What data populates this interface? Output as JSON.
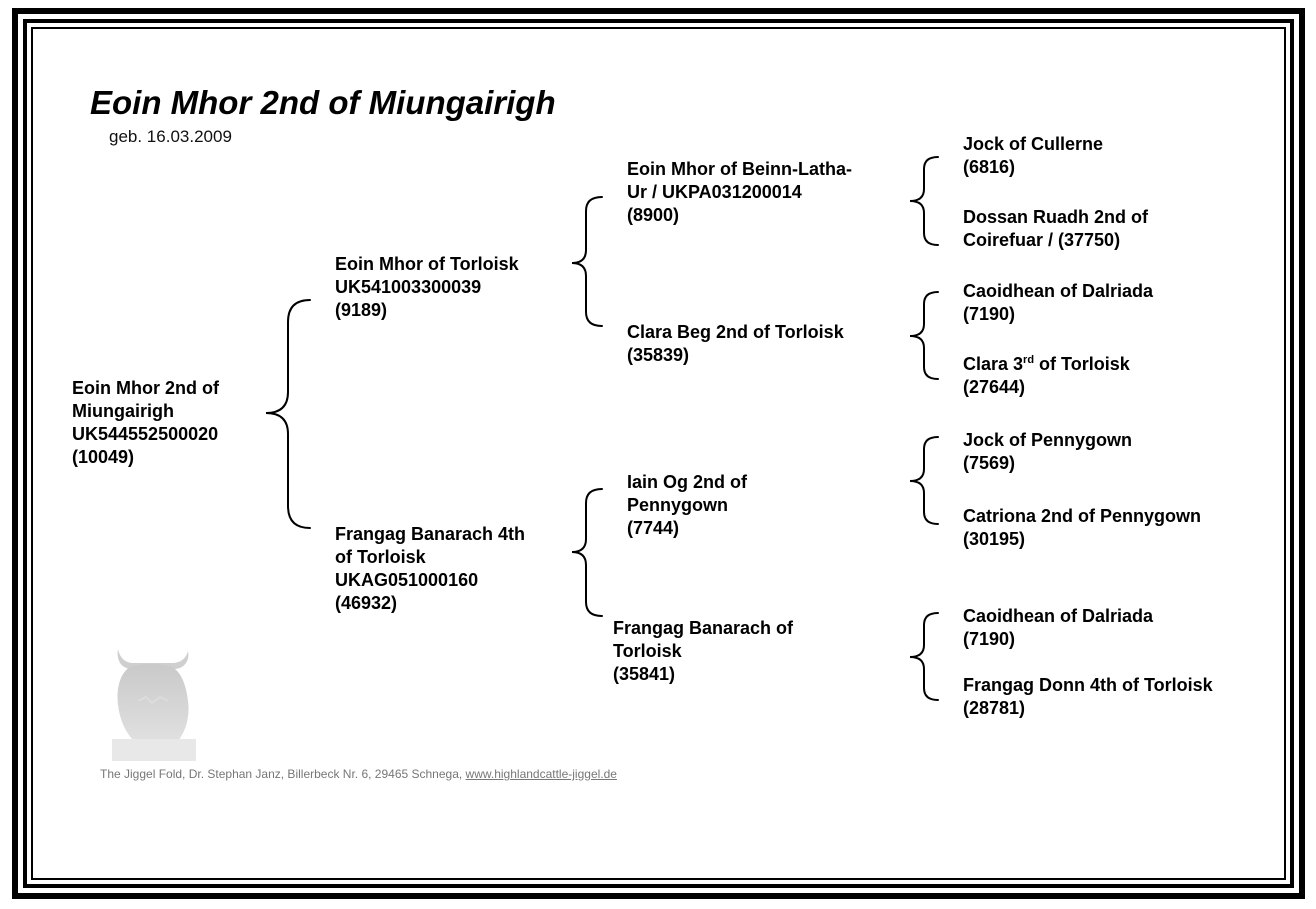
{
  "header": {
    "title": "Eoin Mhor 2nd of Miungairigh",
    "birth_date": "geb. 16.03.2009"
  },
  "pedigree": {
    "subject": {
      "line1": "Eoin Mhor 2nd of",
      "line2": "Miungairigh",
      "line3": "UK544552500020",
      "line4": "(10049)"
    },
    "sire": {
      "line1": "Eoin Mhor of Torloisk",
      "line2": "UK541003300039",
      "line3": "(9189)"
    },
    "dam": {
      "line1": "Frangag Banarach 4th",
      "line2": "of Torloisk",
      "line3": "UKAG051000160",
      "line4": "(46932)"
    },
    "sire_sire": {
      "line1": "Eoin Mhor of Beinn-Latha-",
      "line2": "Ur / UKPA031200014",
      "line3": "(8900)"
    },
    "sire_dam": {
      "line1": "Clara Beg 2nd of Torloisk",
      "line2": "(35839)"
    },
    "dam_sire": {
      "line1": "Iain Og 2nd of",
      "line2": "Pennygown",
      "line3": "(7744)"
    },
    "dam_dam": {
      "line1": "Frangag Banarach of",
      "line2": "Torloisk",
      "line3": "(35841)"
    },
    "ggp1": {
      "line1": "Jock of Cullerne",
      "line2": "(6816)"
    },
    "ggp2": {
      "line1": "Dossan Ruadh 2nd of",
      "line2": "Coirefuar / (37750)"
    },
    "ggp3": {
      "line1": "Caoidhean of Dalriada",
      "line2": "(7190)"
    },
    "ggp4": {
      "line1_pre": "Clara 3",
      "line1_sup": "rd",
      "line1_post": " of Torloisk",
      "line2": "(27644)"
    },
    "ggp5": {
      "line1": "Jock of Pennygown",
      "line2": "(7569)"
    },
    "ggp6": {
      "line1": "Catriona 2nd of Pennygown",
      "line2": "(30195)"
    },
    "ggp7": {
      "line1": "Caoidhean of Dalriada",
      "line2": "(7190)"
    },
    "ggp8": {
      "line1": "Frangag Donn 4th of Torloisk",
      "line2": "(28781)"
    }
  },
  "footer": {
    "text": "The Jiggel Fold, Dr. Stephan Janz, Billerbeck Nr. 6, 29465 Schnega, ",
    "link": "www.highlandcattle-jiggel.de"
  },
  "logo_icon": "highland-cow-silhouette-icon"
}
